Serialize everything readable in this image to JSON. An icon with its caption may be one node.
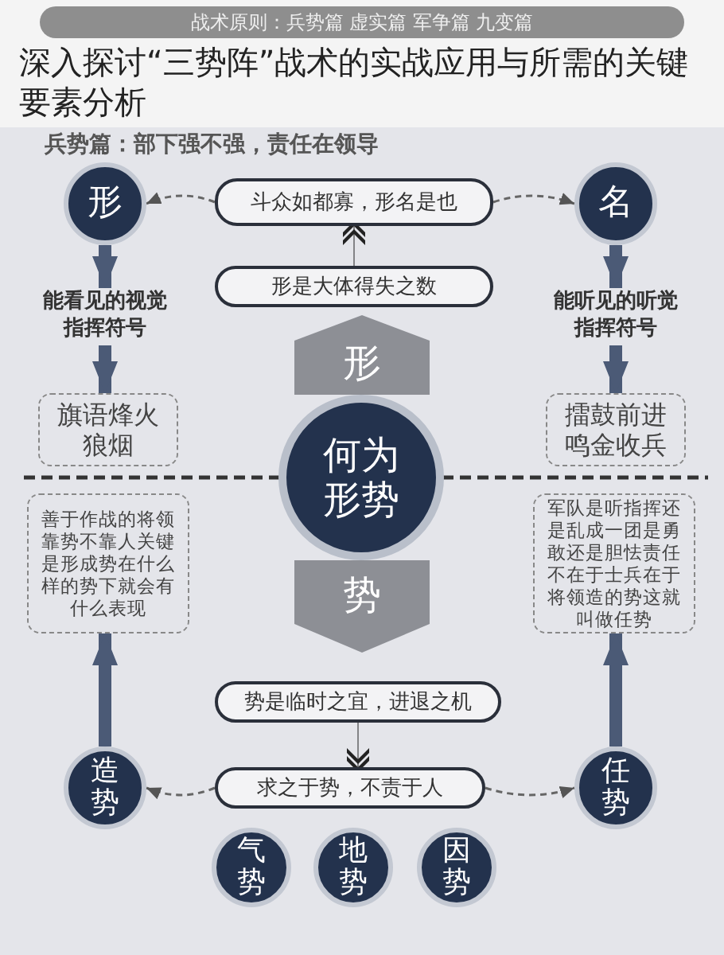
{
  "diagram": {
    "title": "深入探讨“三势阵”战术的实战应用与所需的关键要素分析",
    "nodes": [
      {
        "text": [
          "形"
        ]
      },
      {
        "text": [
          "名"
        ]
      },
      {
        "text": [
          "斗众如都寡，形名是也"
        ]
      },
      {
        "text": [
          "形是大体得失之数"
        ]
      },
      {
        "text": [
          "能看见的视觉指挥符号"
        ]
      },
      {
        "text": [
          "旗语烽火狼烟"
        ]
      },
      {
        "text": [
          "能听见的听觉指挥符号"
        ]
      },
      {
        "text": [
          "擂鼓前进鸣金收兵"
        ]
      },
      {
        "text": [
          "形"
        ]
      },
      {
        "text": [
          "何为形势"
        ]
      },
      {
        "text": [
          "势"
        ]
      },
      {
        "text": [
          "善于作战的将领靠势不靠人关键是形成势在什么样的势下就会有什么表现"
        ]
      },
      {
        "text": [
          "军队是听指挥还是乱成一团是勇敢还是胆怯责任不在于士兵在于将领造的势这就叫做任势"
        ]
      },
      {
        "text": [
          "势是临时之宜，进退之机"
        ]
      },
      {
        "text": [
          "求之于势，不责于人"
        ]
      },
      {
        "text": [
          "造势"
        ]
      },
      {
        "text": [
          "任势"
        ]
      },
      {
        "text": [
          "气势"
        ]
      },
      {
        "text": [
          "地势"
        ]
      },
      {
        "text": [
          "因势"
        ]
      }
    ],
    "edges": [
      {
        "from": 2,
        "to": 0,
        "arrow": "to",
        "style": "dashed"
      },
      {
        "from": 2,
        "to": 1,
        "arrow": "to",
        "style": "dashed"
      },
      {
        "from": 3,
        "to": 2,
        "arrow": "to"
      },
      {
        "from": 0,
        "to": 4,
        "arrow": "to",
        "style": "thick"
      },
      {
        "from": 4,
        "to": 5,
        "arrow": "to",
        "style": "thick"
      },
      {
        "from": 1,
        "to": 6,
        "arrow": "to",
        "style": "thick"
      },
      {
        "from": 6,
        "to": 7,
        "arrow": "to",
        "style": "thick"
      },
      {
        "from": 15,
        "to": 11,
        "arrow": "to",
        "style": "thick"
      },
      {
        "from": 16,
        "to": 12,
        "arrow": "to",
        "style": "thick"
      },
      {
        "from": 13,
        "to": 14,
        "arrow": "to"
      },
      {
        "from": 14,
        "to": 15,
        "arrow": "to",
        "style": "dashed"
      },
      {
        "from": 14,
        "to": 16,
        "arrow": "to",
        "style": "dashed"
      }
    ],
    "labels": [
      "战术原则：兵势篇 虚实篇 军争篇 九变篇",
      "兵势篇：部下强不强，责任在领导"
    ]
  }
}
